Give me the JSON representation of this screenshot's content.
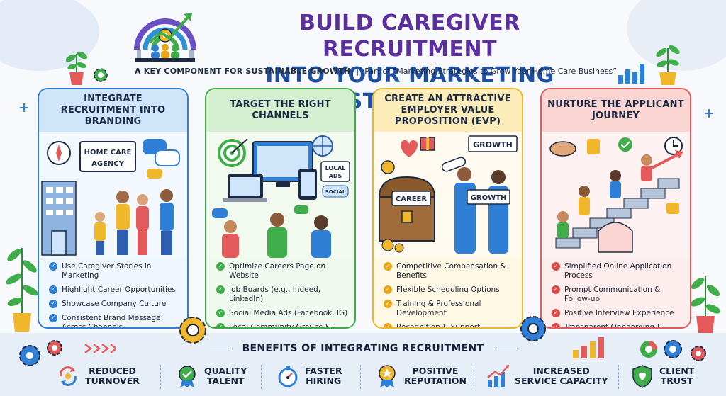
{
  "header": {
    "title_line1": "BUILD CAREGIVER RECRUITMENT",
    "title_line2": "INTO YOUR MARKETING STRATEGY",
    "subtitle_main": "A KEY COMPONENT FOR SUSTAINABLE GROWTH",
    "subtitle_sep": "|",
    "subtitle_part": "Part of “Marketing Strategies to Grow Your Home Care Business”"
  },
  "columns": [
    {
      "title": "INTEGRATE RECRUITMENT INTO BRANDING",
      "illustration_labels": [
        "HOME CARE",
        "AGENCY"
      ],
      "items": [
        "Use Caregiver Stories in Marketing",
        "Highlight Career Opportunities",
        "Showcase Company Culture",
        "Consistent Brand Message Across Channels"
      ]
    },
    {
      "title": "TARGET THE RIGHT CHANNELS",
      "illustration_labels": [
        "LOCAL",
        "ADS",
        "SOCIAL"
      ],
      "items": [
        "Optimize Careers Page on Website",
        "Job Boards (e.g., Indeed, LinkedIn)",
        "Social Media Ads (Facebook, IG)",
        "Local Community Groups & Forums"
      ]
    },
    {
      "title": "CREATE AN ATTRACTIVE EMPLOYER VALUE PROPOSITION (EVP)",
      "illustration_labels": [
        "GROWTH",
        "CAREER",
        "GROWTH"
      ],
      "items": [
        "Competitive Compensation & Benefits",
        "Flexible Scheduling Options",
        "Training & Professional Development",
        "Recognition & Support Programs"
      ]
    },
    {
      "title": "NURTURE THE APPLICANT JOURNEY",
      "illustration_labels": [],
      "items": [
        "Simplified Online Application Process",
        "Prompt Communication & Follow-up",
        "Positive Interview Experience",
        "Transparent Onboarding & Clear Expectations"
      ]
    }
  ],
  "benefits": {
    "title": "BENEFITS OF INTEGRATING RECRUITMENT",
    "items": [
      {
        "label": "REDUCED\nTURNOVER",
        "icon": "recycle-icon"
      },
      {
        "label": "QUALITY\nTALENT",
        "icon": "badge-check-icon"
      },
      {
        "label": "FASTER\nHIRING",
        "icon": "stopwatch-icon"
      },
      {
        "label": "POSITIVE\nREPUTATION",
        "icon": "star-medal-icon"
      },
      {
        "label": "INCREASED\nSERVICE CAPACITY",
        "icon": "growth-chart-icon"
      },
      {
        "label": "CLIENT\nTRUST",
        "icon": "shield-heart-icon"
      }
    ]
  },
  "colors": {
    "title_purple": "#5b2f9e",
    "title_blue": "#1f4f9f",
    "blue": "#2f7fd6",
    "green": "#3fae4a",
    "yellow": "#f0b62c",
    "red": "#e35a5a"
  }
}
